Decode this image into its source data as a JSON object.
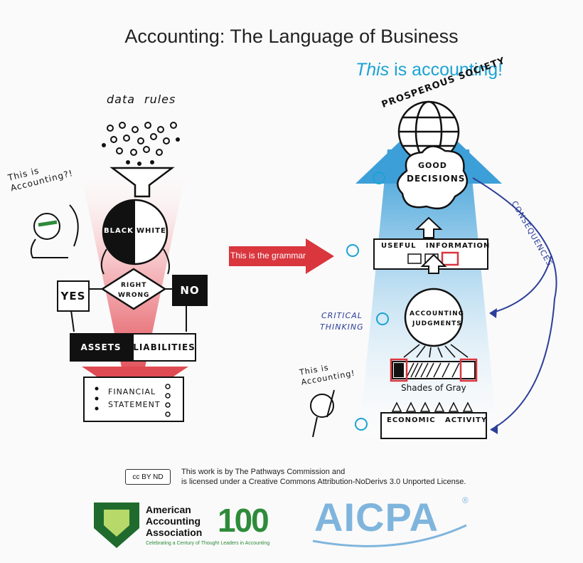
{
  "header": {
    "title": "Accounting:  The Language of Business",
    "subtitle_em": "This",
    "subtitle_rest": " is accounting!"
  },
  "left": {
    "data_label": "data",
    "rules_label": "rules",
    "this_is_accounting_q": "This is Accounting?!",
    "black": "BLACK",
    "white": "WHITE",
    "right": "RIGHT",
    "wrong": "WRONG",
    "yes": "YES",
    "no": "NO",
    "assets": "ASSETS",
    "liabilities": "LIABILITIES",
    "financial": "FINANCIAL",
    "statement": "STATEMENT"
  },
  "middle": {
    "grammar_label": "This is the grammar"
  },
  "right": {
    "prosperous_society": "PROSPEROUS SOCIETY",
    "good": "GOOD",
    "decisions": "DECISIONS",
    "useful_information": "USEFUL   INFORMATION",
    "critical": "CRITICAL",
    "thinking": "THINKING",
    "accounting": "ACCOUNTING",
    "judgments": "JUDGMENTS",
    "shades_of_gray": "Shades of Gray",
    "this_is_accounting": "This is Accounting!",
    "economic_activity": "ECONOMIC   ACTIVITY",
    "consequences": "CONSEQUENCES"
  },
  "footer": {
    "cc_label": "cc BY ND",
    "license_line1": "This work is by The Pathways Commission and",
    "license_line2": "is licensed under a Creative Commons Attribution-NoDerivs 3.0 Unported License.",
    "aaa_line1": "American",
    "aaa_line2": "Accounting",
    "aaa_line3": "Association",
    "aaa_100": "100",
    "aaa_tagline": "Celebrating a Century of Thought Leaders in Accounting",
    "aicpa": "AICPA",
    "registered": "®"
  },
  "colors": {
    "accent_blue": "#1aa3d4",
    "arrow_red": "#d9363e",
    "funnel_pink": "#f7c6c9",
    "sky_blue": "#3d9fd8",
    "aaa_green": "#2e8b3a",
    "aicpa_blue": "#7fb5dd"
  }
}
